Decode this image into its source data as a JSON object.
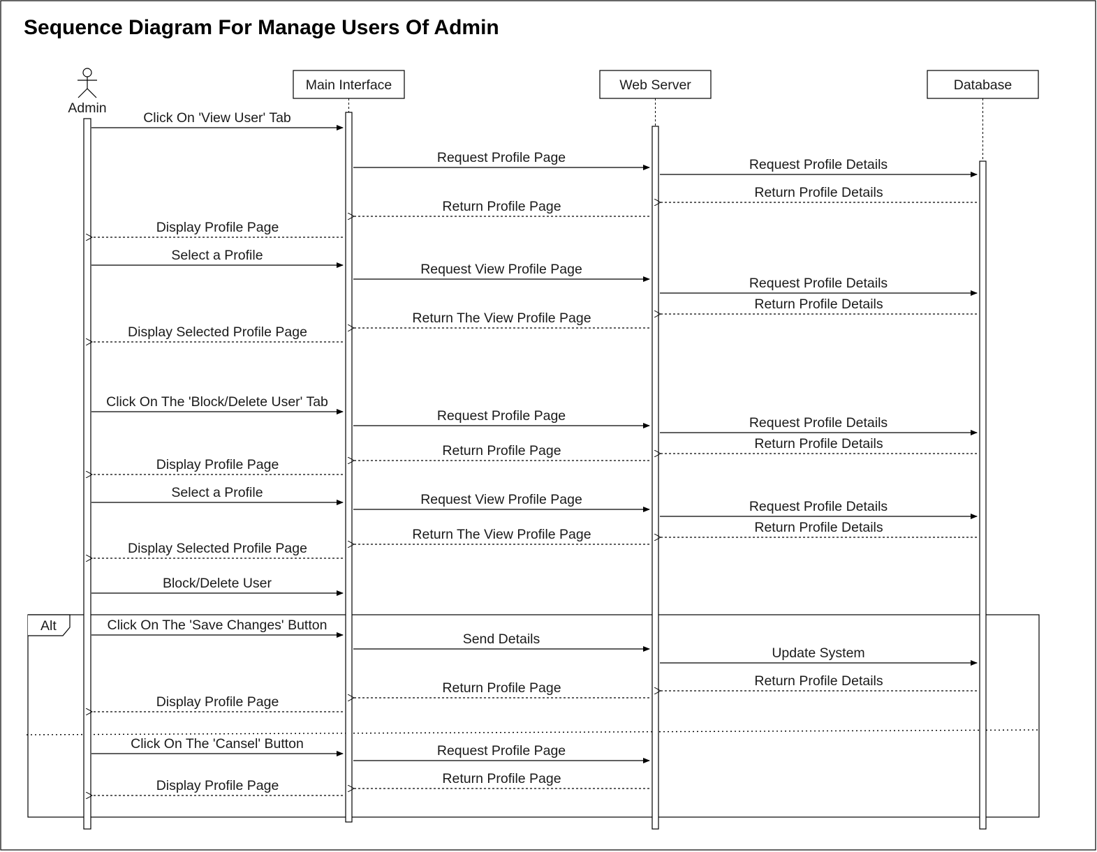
{
  "title": "Sequence Diagram For Manage Users Of Admin",
  "participants": {
    "admin": "Admin",
    "main_interface": "Main Interface",
    "web_server": "Web Server",
    "database": "Database"
  },
  "alt_label": "Alt",
  "messages": [
    {
      "text": "Click On 'View User' Tab",
      "from": "admin",
      "to": "main_interface",
      "kind": "sync"
    },
    {
      "text": "Request Profile Page",
      "from": "main_interface",
      "to": "web_server",
      "kind": "sync"
    },
    {
      "text": "Request Profile Details",
      "from": "web_server",
      "to": "database",
      "kind": "sync"
    },
    {
      "text": "Return Profile Details",
      "from": "database",
      "to": "web_server",
      "kind": "return"
    },
    {
      "text": "Return Profile Page",
      "from": "web_server",
      "to": "main_interface",
      "kind": "return"
    },
    {
      "text": "Display Profile Page",
      "from": "main_interface",
      "to": "admin",
      "kind": "return"
    },
    {
      "text": "Select a Profile",
      "from": "admin",
      "to": "main_interface",
      "kind": "sync"
    },
    {
      "text": "Request View Profile Page",
      "from": "main_interface",
      "to": "web_server",
      "kind": "sync"
    },
    {
      "text": "Request Profile Details",
      "from": "web_server",
      "to": "database",
      "kind": "sync"
    },
    {
      "text": "Return Profile Details",
      "from": "database",
      "to": "web_server",
      "kind": "return"
    },
    {
      "text": "Return The View Profile Page",
      "from": "web_server",
      "to": "main_interface",
      "kind": "return"
    },
    {
      "text": "Display Selected Profile Page",
      "from": "main_interface",
      "to": "admin",
      "kind": "return"
    },
    {
      "text": "Click On The 'Block/Delete User' Tab",
      "from": "admin",
      "to": "main_interface",
      "kind": "sync"
    },
    {
      "text": "Request Profile Page",
      "from": "main_interface",
      "to": "web_server",
      "kind": "sync"
    },
    {
      "text": "Request Profile Details",
      "from": "web_server",
      "to": "database",
      "kind": "sync"
    },
    {
      "text": "Return Profile Details",
      "from": "database",
      "to": "web_server",
      "kind": "return"
    },
    {
      "text": "Return Profile Page",
      "from": "web_server",
      "to": "main_interface",
      "kind": "return"
    },
    {
      "text": "Display Profile Page",
      "from": "main_interface",
      "to": "admin",
      "kind": "return"
    },
    {
      "text": "Select a Profile",
      "from": "admin",
      "to": "main_interface",
      "kind": "sync"
    },
    {
      "text": "Request View Profile Page",
      "from": "main_interface",
      "to": "web_server",
      "kind": "sync"
    },
    {
      "text": "Request Profile Details",
      "from": "web_server",
      "to": "database",
      "kind": "sync"
    },
    {
      "text": "Return Profile Details",
      "from": "database",
      "to": "web_server",
      "kind": "return"
    },
    {
      "text": "Return The View Profile Page",
      "from": "web_server",
      "to": "main_interface",
      "kind": "return"
    },
    {
      "text": "Display Selected Profile Page",
      "from": "main_interface",
      "to": "admin",
      "kind": "return"
    },
    {
      "text": "Block/Delete User",
      "from": "admin",
      "to": "main_interface",
      "kind": "sync"
    },
    {
      "text": "Click On The 'Save Changes' Button",
      "from": "admin",
      "to": "main_interface",
      "kind": "sync"
    },
    {
      "text": "Send Details",
      "from": "main_interface",
      "to": "web_server",
      "kind": "sync"
    },
    {
      "text": "Update System",
      "from": "web_server",
      "to": "database",
      "kind": "sync"
    },
    {
      "text": "Return Profile Details",
      "from": "database",
      "to": "web_server",
      "kind": "return"
    },
    {
      "text": "Return Profile Page",
      "from": "web_server",
      "to": "main_interface",
      "kind": "return"
    },
    {
      "text": "Display Profile Page",
      "from": "main_interface",
      "to": "admin",
      "kind": "return"
    },
    {
      "text": "Click On The 'Cansel' Button",
      "from": "admin",
      "to": "main_interface",
      "kind": "sync"
    },
    {
      "text": "Request Profile Page",
      "from": "main_interface",
      "to": "web_server",
      "kind": "sync"
    },
    {
      "text": "Return Profile Page",
      "from": "web_server",
      "to": "main_interface",
      "kind": "return"
    },
    {
      "text": "Display Profile Page",
      "from": "main_interface",
      "to": "admin",
      "kind": "return"
    }
  ]
}
